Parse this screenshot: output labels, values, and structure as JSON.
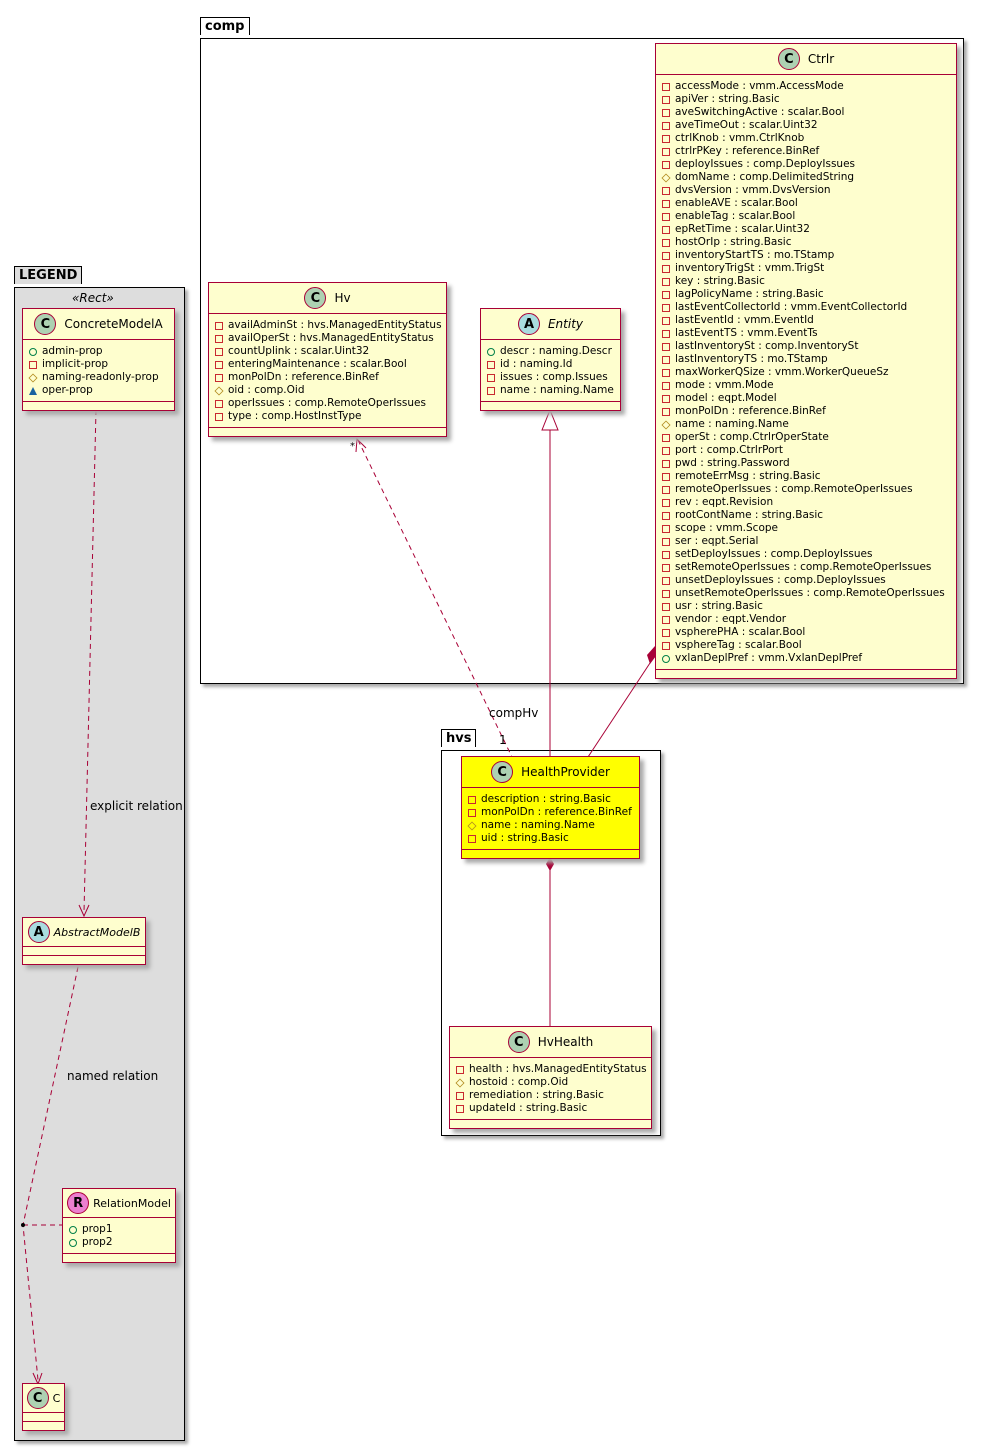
{
  "packages": {
    "comp": "comp",
    "hvs": "hvs",
    "legend": "LEGEND"
  },
  "legend": {
    "stereotype": "«Rect»",
    "explicit_relation": "explicit relation",
    "named_relation": "named relation"
  },
  "relations": {
    "hv_role": "compHv",
    "hv_mult_target": "*",
    "hv_mult_source": "1"
  },
  "colors": {
    "class_fill": "#fefece",
    "class_border": "#a80036",
    "highlight": "#ffff00",
    "legend_bg": "#dddddd",
    "badge_class": "#add1b2",
    "badge_abstract": "#a9dcdf",
    "badge_relation": "#eb7fd0"
  },
  "classes": {
    "Ctrlr": {
      "name": "Ctrlr",
      "kind": "C",
      "attrs": [
        [
          "private",
          "accessMode : vmm.AccessMode"
        ],
        [
          "private",
          "apiVer : string.Basic"
        ],
        [
          "private",
          "aveSwitchingActive : scalar.Bool"
        ],
        [
          "private",
          "aveTimeOut : scalar.Uint32"
        ],
        [
          "private",
          "ctrlKnob : vmm.CtrlKnob"
        ],
        [
          "private",
          "ctrlrPKey : reference.BinRef"
        ],
        [
          "private",
          "deployIssues : comp.DeployIssues"
        ],
        [
          "protected",
          "domName : comp.DelimitedString"
        ],
        [
          "private",
          "dvsVersion : vmm.DvsVersion"
        ],
        [
          "private",
          "enableAVE : scalar.Bool"
        ],
        [
          "private",
          "enableTag : scalar.Bool"
        ],
        [
          "private",
          "epRetTime : scalar.Uint32"
        ],
        [
          "private",
          "hostOrIp : string.Basic"
        ],
        [
          "private",
          "inventoryStartTS : mo.TStamp"
        ],
        [
          "private",
          "inventoryTrigSt : vmm.TrigSt"
        ],
        [
          "private",
          "key : string.Basic"
        ],
        [
          "private",
          "lagPolicyName : string.Basic"
        ],
        [
          "private",
          "lastEventCollectorId : vmm.EventCollectorId"
        ],
        [
          "private",
          "lastEventId : vmm.EventId"
        ],
        [
          "private",
          "lastEventTS : vmm.EventTs"
        ],
        [
          "private",
          "lastInventorySt : comp.InventorySt"
        ],
        [
          "private",
          "lastInventoryTS : mo.TStamp"
        ],
        [
          "private",
          "maxWorkerQSize : vmm.WorkerQueueSz"
        ],
        [
          "private",
          "mode : vmm.Mode"
        ],
        [
          "private",
          "model : eqpt.Model"
        ],
        [
          "private",
          "monPolDn : reference.BinRef"
        ],
        [
          "protected",
          "name : naming.Name"
        ],
        [
          "private",
          "operSt : comp.CtrlrOperState"
        ],
        [
          "private",
          "port : comp.CtrlrPort"
        ],
        [
          "private",
          "pwd : string.Password"
        ],
        [
          "private",
          "remoteErrMsg : string.Basic"
        ],
        [
          "private",
          "remoteOperIssues : comp.RemoteOperIssues"
        ],
        [
          "private",
          "rev : eqpt.Revision"
        ],
        [
          "private",
          "rootContName : string.Basic"
        ],
        [
          "private",
          "scope : vmm.Scope"
        ],
        [
          "private",
          "ser : eqpt.Serial"
        ],
        [
          "private",
          "setDeployIssues : comp.DeployIssues"
        ],
        [
          "private",
          "setRemoteOperIssues : comp.RemoteOperIssues"
        ],
        [
          "private",
          "unsetDeployIssues : comp.DeployIssues"
        ],
        [
          "private",
          "unsetRemoteOperIssues : comp.RemoteOperIssues"
        ],
        [
          "private",
          "usr : string.Basic"
        ],
        [
          "private",
          "vendor : eqpt.Vendor"
        ],
        [
          "private",
          "vspherePHA : scalar.Bool"
        ],
        [
          "private",
          "vsphereTag : scalar.Bool"
        ],
        [
          "public",
          "vxlanDeplPref : vmm.VxlanDeplPref"
        ]
      ]
    },
    "Hv": {
      "name": "Hv",
      "kind": "C",
      "attrs": [
        [
          "private",
          "availAdminSt : hvs.ManagedEntityStatus"
        ],
        [
          "private",
          "availOperSt : hvs.ManagedEntityStatus"
        ],
        [
          "private",
          "countUplink : scalar.Uint32"
        ],
        [
          "private",
          "enteringMaintenance : scalar.Bool"
        ],
        [
          "private",
          "monPolDn : reference.BinRef"
        ],
        [
          "protected",
          "oid : comp.Oid"
        ],
        [
          "private",
          "operIssues : comp.RemoteOperIssues"
        ],
        [
          "private",
          "type : comp.HostInstType"
        ]
      ]
    },
    "Entity": {
      "name": "Entity",
      "kind": "A",
      "italic": true,
      "attrs": [
        [
          "public",
          "descr : naming.Descr"
        ],
        [
          "private",
          "id : naming.Id"
        ],
        [
          "private",
          "issues : comp.Issues"
        ],
        [
          "private",
          "name : naming.Name"
        ]
      ]
    },
    "HealthProvider": {
      "name": "HealthProvider",
      "kind": "C",
      "highlight": true,
      "attrs": [
        [
          "private",
          "description : string.Basic"
        ],
        [
          "private",
          "monPolDn : reference.BinRef"
        ],
        [
          "protected",
          "name : naming.Name"
        ],
        [
          "private",
          "uid : string.Basic"
        ]
      ]
    },
    "HvHealth": {
      "name": "HvHealth",
      "kind": "C",
      "attrs": [
        [
          "private",
          "health : hvs.ManagedEntityStatus"
        ],
        [
          "protected",
          "hostoid : comp.Oid"
        ],
        [
          "private",
          "remediation : string.Basic"
        ],
        [
          "private",
          "updateId : string.Basic"
        ]
      ]
    },
    "ConcreteModelA": {
      "name": "ConcreteModelA",
      "kind": "C",
      "attrs": [
        [
          "public",
          "admin-prop"
        ],
        [
          "private",
          "implicit-prop"
        ],
        [
          "protected",
          "naming-readonly-prop"
        ],
        [
          "package",
          "oper-prop"
        ]
      ]
    },
    "AbstractModelB": {
      "name": "AbstractModelB",
      "kind": "A",
      "italic": true,
      "small": true,
      "attrs": []
    },
    "RelationModel": {
      "name": "RelationModel",
      "kind": "R",
      "small": true,
      "attrs": [
        [
          "public",
          "prop1"
        ],
        [
          "public",
          "prop2"
        ]
      ]
    },
    "C": {
      "name": "C",
      "kind": "C",
      "small": true,
      "attrs": []
    }
  }
}
